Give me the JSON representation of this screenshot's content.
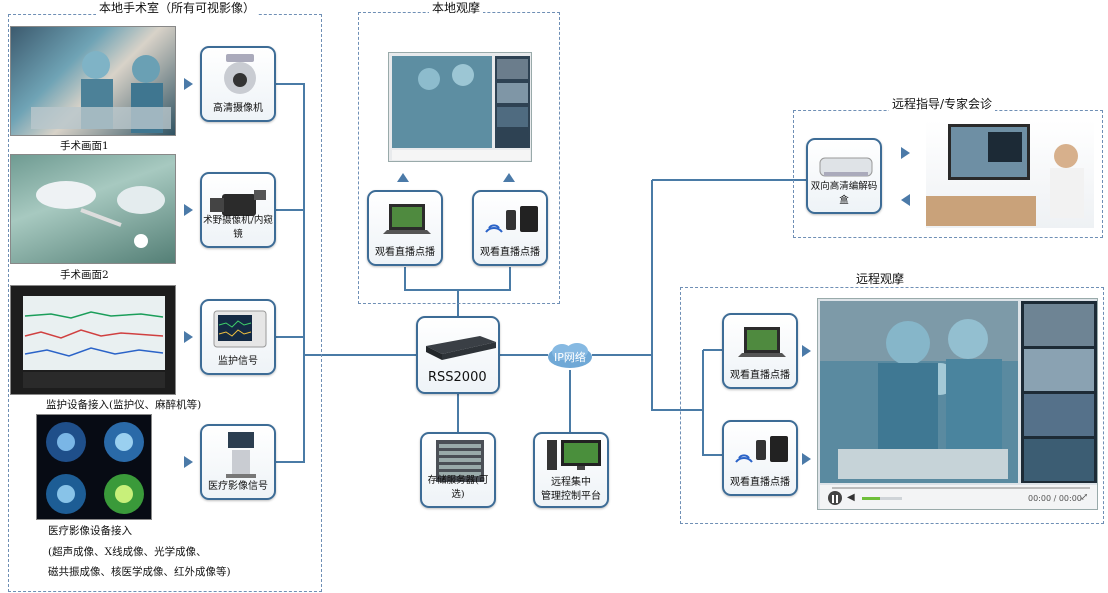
{
  "regions": {
    "local_or": "本地手术室（所有可视影像）",
    "local_view": "本地观摩",
    "remote_guide": "远程指导/专家会诊",
    "remote_view": "远程观摩"
  },
  "sources": {
    "surgery1": "手术画面1",
    "surgery2": "手术画面2",
    "monitor": "监护设备接入(监护仪、麻醉机等)",
    "imaging": "医疗影像设备接入",
    "imaging_note1": "(超声成像、X线成像、光学成像、",
    "imaging_note2": "磁共振成像、核医学成像、红外成像等)"
  },
  "devices": {
    "hd_camera": "高清摄像机",
    "field_camera": "术野摄像机/内窥镜",
    "monitor_signal": "监护信号",
    "imaging_signal": "医疗影像信号",
    "server": "RSS2000",
    "storage": "存储服务器(可选)",
    "mgmt_line1": "远程集中",
    "mgmt_line2": "管理控制平台",
    "ip_network": "IP网络",
    "codec": "双向高清编解码盒",
    "watch_live": "观看直播点播"
  },
  "player": {
    "time": "00:00 / 00:00"
  },
  "colors": {
    "line": "#4a7ba6",
    "border": "#6f8fb5",
    "accent": "#3d6c96"
  }
}
